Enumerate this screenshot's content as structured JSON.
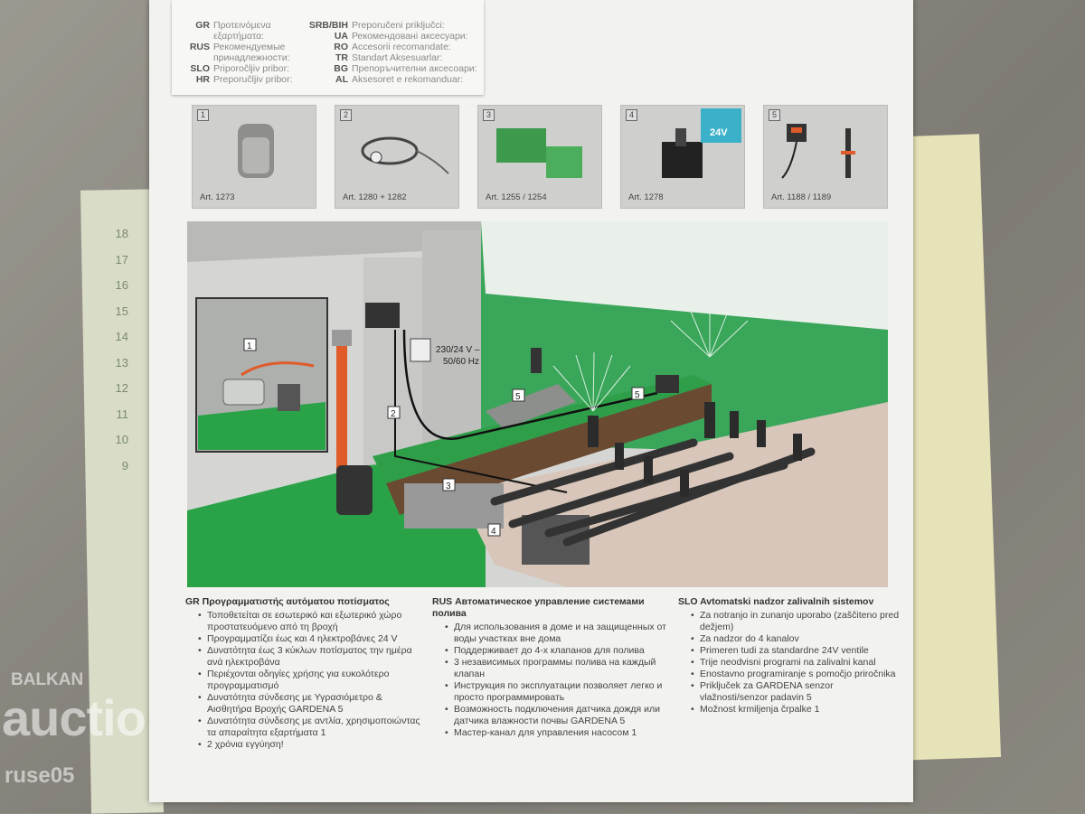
{
  "accessories_header": {
    "left": [
      {
        "code": "GR",
        "text": "Προτεινόμενα εξαρτήματα:"
      },
      {
        "code": "RUS",
        "text": "Рекомендуемые принадлежности:"
      },
      {
        "code": "SLO",
        "text": "Priporočljiv pribor:"
      },
      {
        "code": "HR",
        "text": "Preporučljiv pribor:"
      }
    ],
    "right": [
      {
        "code": "SRB/BIH",
        "text": "Preporučeni priključci:"
      },
      {
        "code": "UA",
        "text": "Рекомендовані аксесуари:"
      },
      {
        "code": "RO",
        "text": "Accesorii recomandate:"
      },
      {
        "code": "TR",
        "text": "Standart Aksesuarlar:"
      },
      {
        "code": "BG",
        "text": "Препоръчителни аксесоари:"
      },
      {
        "code": "AL",
        "text": "Aksesoret e rekomanduar:"
      }
    ]
  },
  "tiles": [
    {
      "num": "1",
      "art": "Art. 1273",
      "icon": "pump-icon"
    },
    {
      "num": "2",
      "art": "Art. 1280 + 1282",
      "icon": "cable-icon"
    },
    {
      "num": "3",
      "art": "Art. 1255 / 1254",
      "icon": "valve-box-icon"
    },
    {
      "num": "4",
      "art": "Art. 1278",
      "icon": "valve-icon",
      "badge": "24V"
    },
    {
      "num": "5",
      "art": "Art. 1188 / 1189",
      "icon": "sensor-icon"
    }
  ],
  "illustration": {
    "power_label_1": "230/24 V –",
    "power_label_2": "50/60 Hz",
    "markers": [
      "1",
      "2",
      "3",
      "4",
      "5",
      "5"
    ]
  },
  "columns": [
    {
      "title": "GR Προγραμματιστής αυτόματου ποτίσματος",
      "items": [
        "Τοποθετείται σε εσωτερικό και εξωτερικό χώρο προστατευόμενο από τη βροχή",
        "Προγραμματίζει έως και 4 ηλεκτροβάνες 24 V",
        "Δυνατότητα έως 3 κύκλων ποτίσματος την ημέρα ανά ηλεκτροβάνα",
        "Περιέχονται οδηγίες χρήσης για ευκολότερο προγραμματισμό",
        "Δυνατότητα σύνδεσης με Υγρασιόμετρο & Αισθητήρα Βροχής GARDENA 5",
        "Δυνατότητα σύνδεσης με αντλία, χρησιμοποιώντας τα απαραίτητα εξαρτήματα 1",
        "2 χρόνια εγγύηση!"
      ]
    },
    {
      "title": "RUS Автоматическое управление системами полива",
      "items": [
        "Для использования в доме и на защищенных от воды участках вне дома",
        "Поддерживает до 4-х клапанов для полива",
        "3 независимых программы полива на каждый клапан",
        "Инструкция по эксплуатации позволяет легко и просто программировать",
        "Возможность подключения датчика дождя или датчика влажности почвы GARDENA 5",
        "Мастер-канал для управления насосом 1"
      ]
    },
    {
      "title": "SLO Avtomatski nadzor zalivalnih sistemov",
      "items": [
        "Za notranjo in zunanjo uporabo (zaščiteno pred dežjem)",
        "Za nadzor do 4 kanalov",
        "Primeren tudi za standardne 24V ventile",
        "Trije neodvisni programi na zalivalni kanal",
        "Enostavno programiranje s pomočjo priročnika",
        "Priključek za GARDENA senzor vlažnosti/senzor padavin 5",
        "Možnost krmiljenja črpalke 1"
      ]
    }
  ],
  "ruler": [
    "18",
    "17",
    "16",
    "15",
    "14",
    "13",
    "12",
    "11",
    "10",
    "9"
  ],
  "watermark": {
    "line1": "BALKAN",
    "line2": "auctio",
    "line3": "ruse05"
  },
  "colors": {
    "grass": "#2fa84a",
    "soil": "#6b4a32",
    "wall": "#c9cbc9"
  }
}
